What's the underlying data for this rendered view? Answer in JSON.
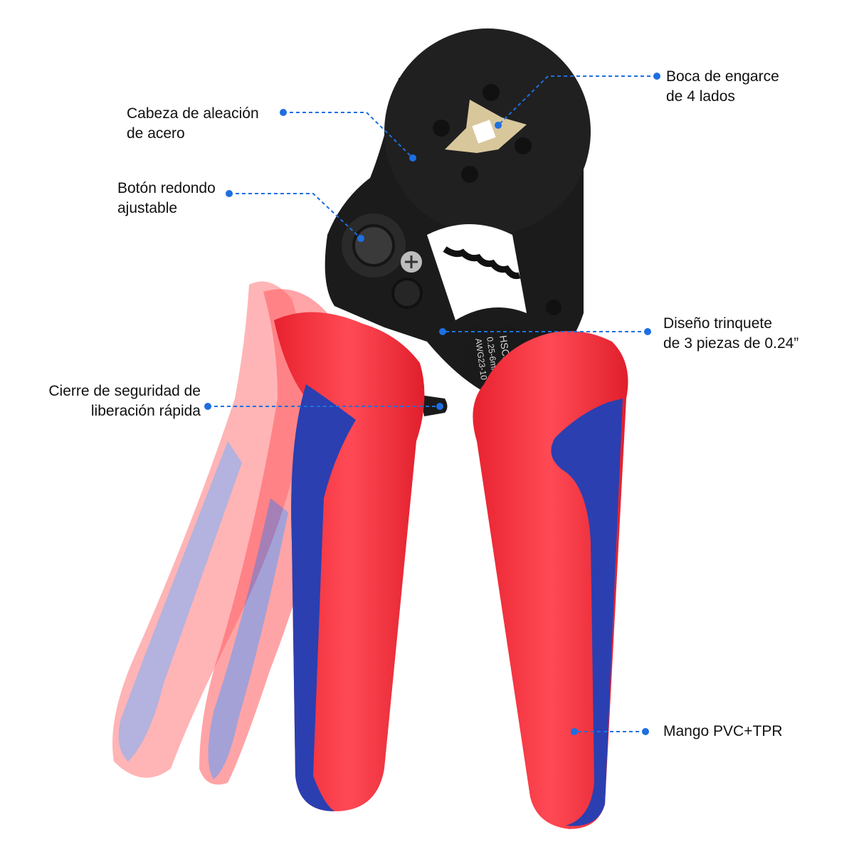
{
  "colors": {
    "accent_line": "#1e6fe0",
    "handle_red": "#f5323e",
    "handle_blue": "#2a3fae",
    "metal": "#1c1c1c"
  },
  "tool_markings": {
    "model": "HSC8 6-4",
    "range": "0.25-6mm²",
    "awg": "AWG23-10"
  },
  "callouts": [
    {
      "id": "head",
      "lines": [
        "Cabeza de aleación",
        "de acero"
      ]
    },
    {
      "id": "jaw",
      "lines": [
        "Boca de engarce",
        "de 4 lados"
      ]
    },
    {
      "id": "knob",
      "lines": [
        "Botón redondo",
        "ajustable"
      ]
    },
    {
      "id": "ratchet",
      "lines": [
        "Diseño trinquete",
        "de 3 piezas de 0.24”"
      ]
    },
    {
      "id": "lock",
      "lines": [
        "Cierre de seguridad de",
        "liberación rápida"
      ]
    },
    {
      "id": "handle",
      "lines": [
        "Mango PVC+TPR"
      ]
    }
  ]
}
